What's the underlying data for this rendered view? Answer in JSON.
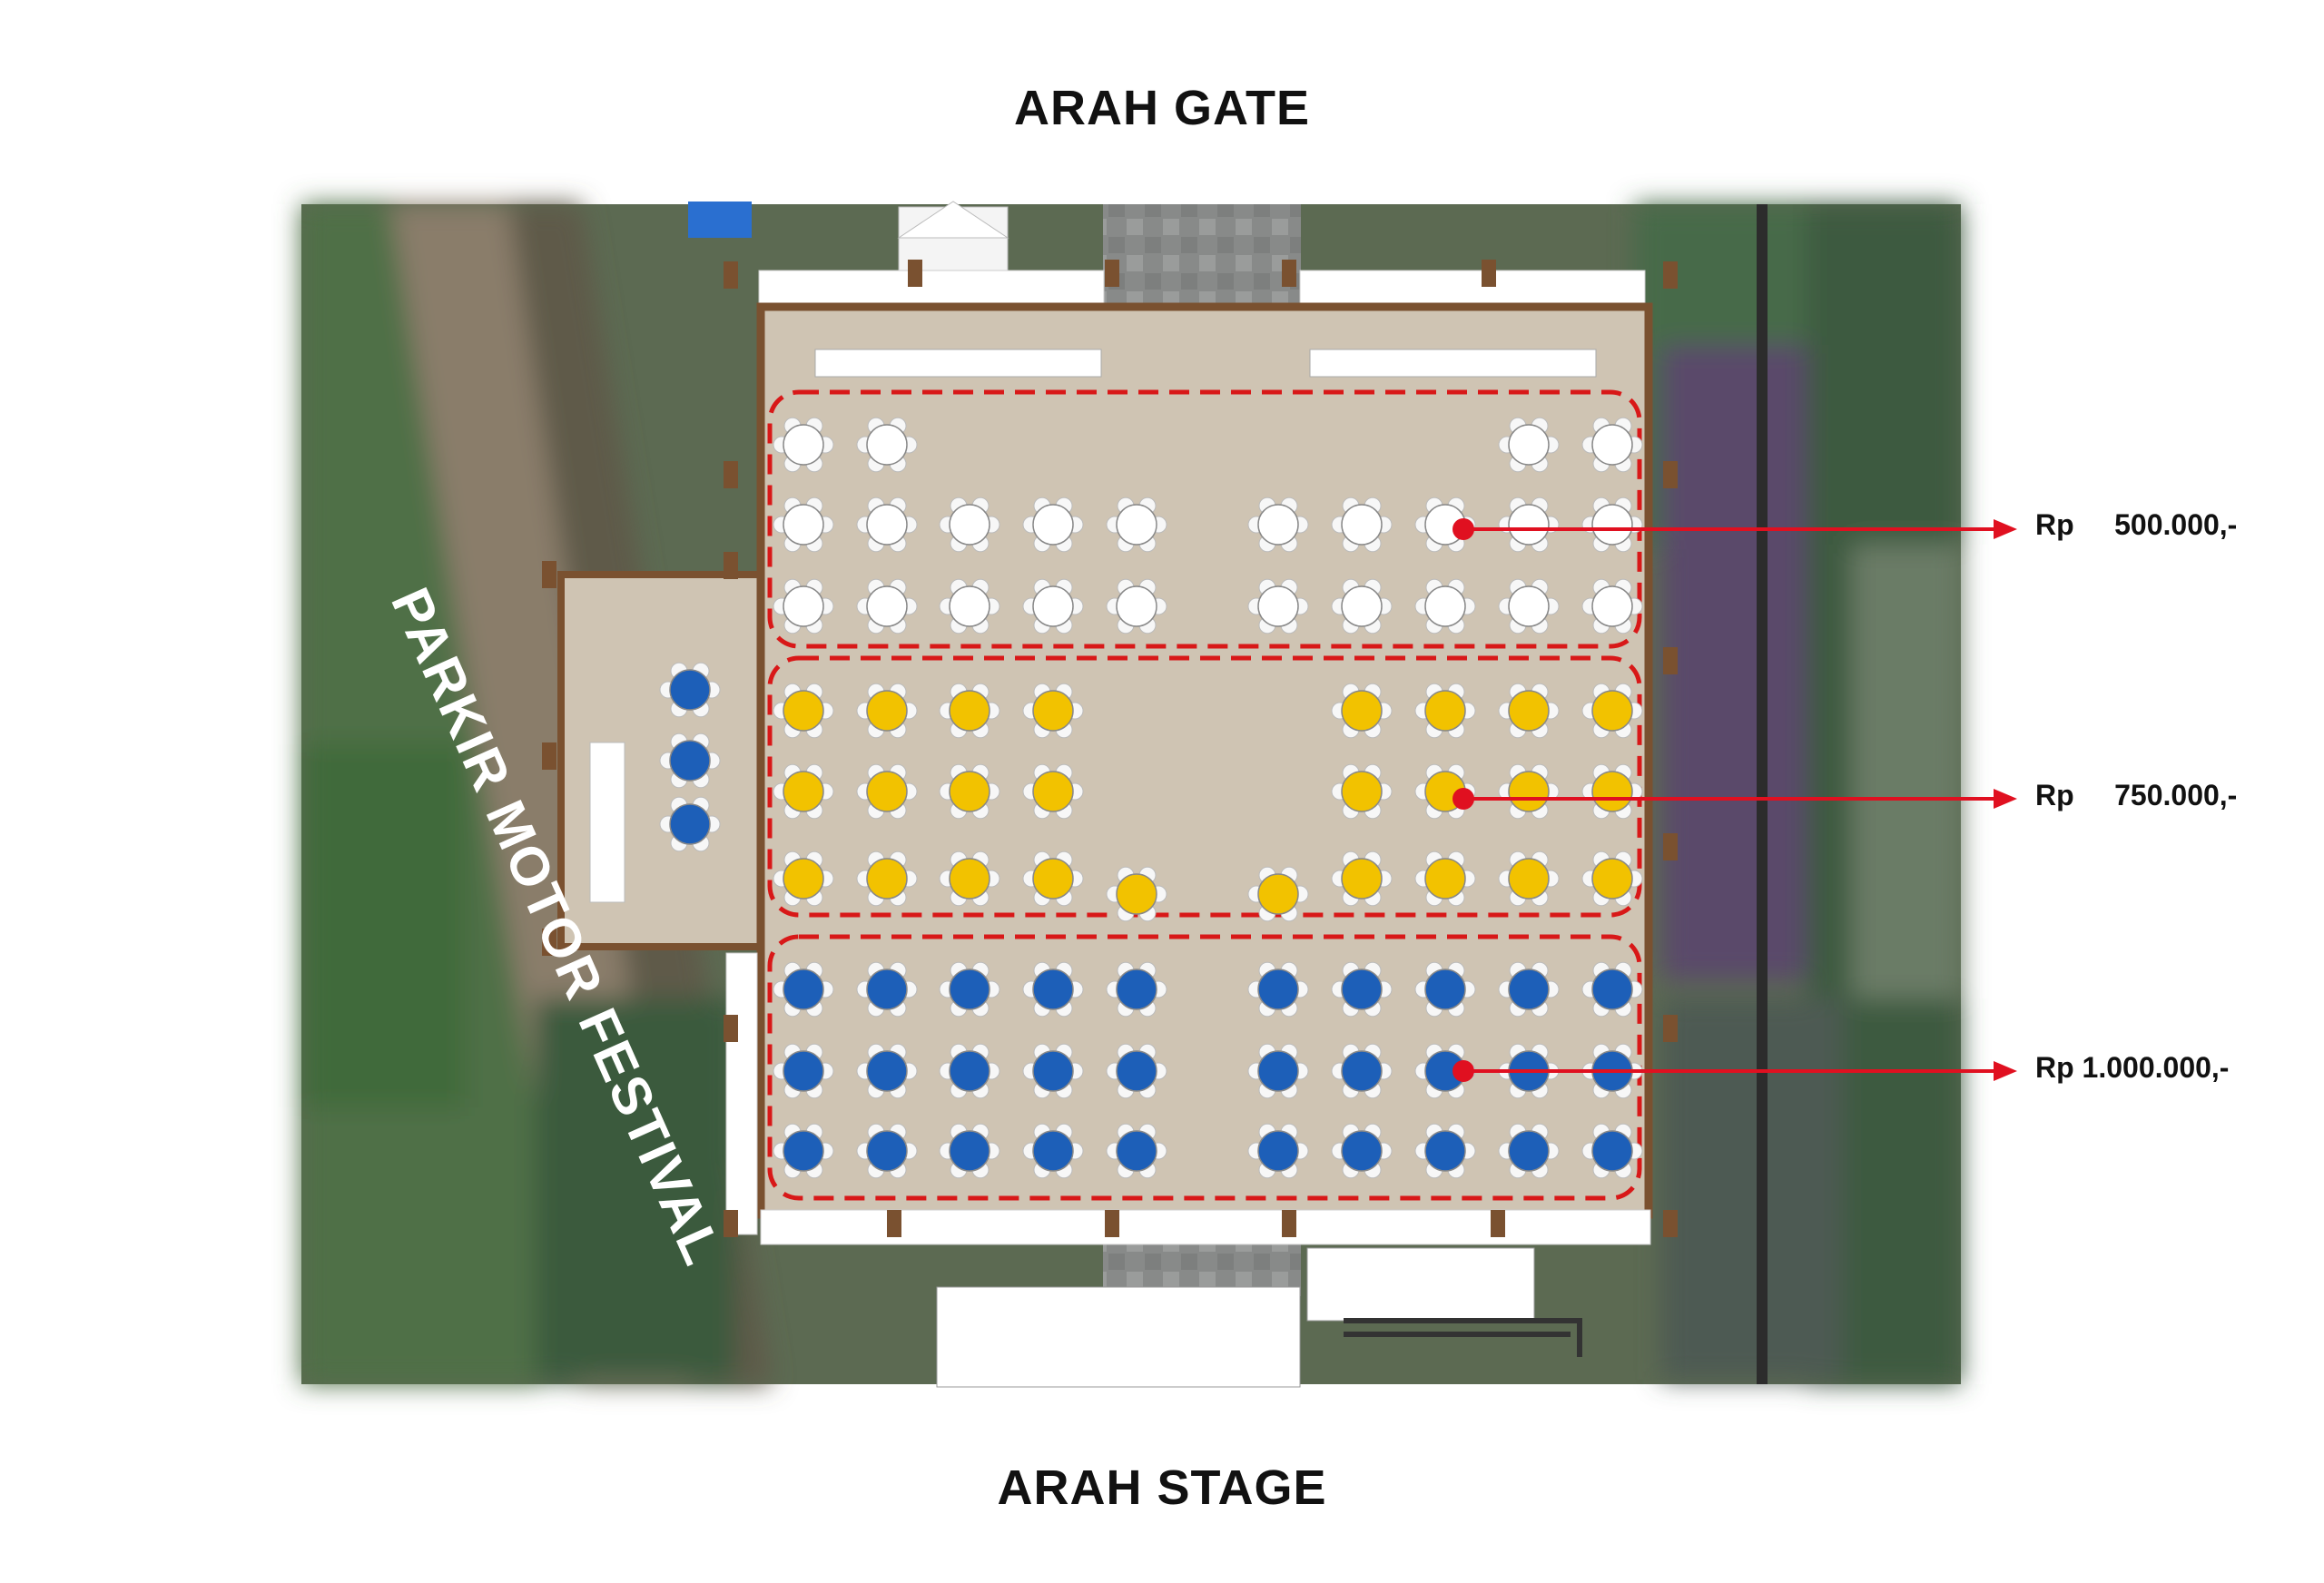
{
  "headings": {
    "top": "ARAH GATE",
    "bottom": "ARAH STAGE"
  },
  "parking_label": "PARKIR MOTOR FESTIVAL",
  "price_tiers": [
    {
      "label": "Rp     500.000,-",
      "table_color": "#ffffff",
      "zone": "white"
    },
    {
      "label": "Rp     750.000,-",
      "table_color": "#f2c200",
      "zone": "yellow"
    },
    {
      "label": "Rp 1.000.000,-",
      "table_color": "#1d5fb8",
      "zone": "blue"
    }
  ],
  "colors": {
    "marker": "#e01020",
    "floor": "#cfc4b3",
    "wall": "#7a5130",
    "zone_border": "#d81818",
    "white_table": "#ffffff",
    "yellow_table": "#f2c200",
    "blue_table": "#1d5fb8",
    "aerial_green": "#4a6a48"
  },
  "icons": {
    "tier_marker": "red-dot-arrow-icon",
    "table": "round-table-icon"
  }
}
